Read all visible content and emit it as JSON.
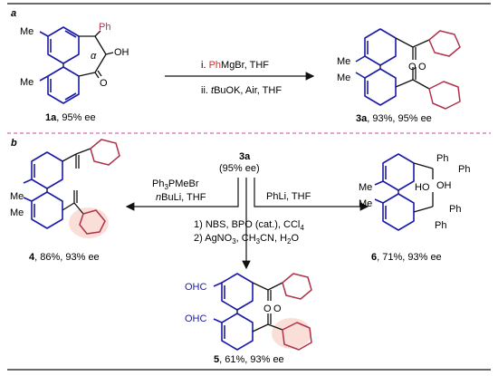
{
  "sections": {
    "a": "a",
    "b": "b"
  },
  "panel_a": {
    "start": {
      "ph": "Ph",
      "oh": "OH",
      "alpha": "α",
      "me1": "Me",
      "me2": "Me",
      "o": "O",
      "id": "1a",
      "tail": ", 95% ee"
    },
    "step1": {
      "num": "i. ",
      "red": "Ph",
      "rest": "MgBr, THF"
    },
    "step2": {
      "num": "ii. ",
      "ital": "t",
      "rest": "BuOK, Air, THF"
    },
    "product": {
      "me1": "Me",
      "me2": "Me",
      "o1": "O",
      "o2": "O",
      "id": "3a",
      "tail": ", 93%, 95% ee"
    }
  },
  "panel_b": {
    "center": {
      "id": "3a",
      "ee": "(95% ee)"
    },
    "left_cond1": {
      "a": "Ph",
      "sub": "3",
      "b": "PMeBr"
    },
    "left_cond2": {
      "ital": "n",
      "rest": "BuLi, THF"
    },
    "right_cond": "PhLi, THF",
    "down_cond1": {
      "a": "1) NBS, BPO (cat.), CCl",
      "sub": "4"
    },
    "down_cond2": {
      "a": "2) AgNO",
      "s1": "3",
      "b": ", CH",
      "s2": "3",
      "c": "CN, H",
      "s3": "2",
      "d": "O"
    },
    "p4": {
      "me1": "Me",
      "me2": "Me",
      "id": "4",
      "tail": ", 86%, 93% ee"
    },
    "p5": {
      "cho1": "OHC",
      "cho2": "OHC",
      "o1": "O",
      "o2": "O",
      "id": "5",
      "tail": ", 61%, 93% ee"
    },
    "p6": {
      "me1": "Me",
      "me2": "Me",
      "ph1": "Ph",
      "ph2": "Ph",
      "ph3": "Ph",
      "ph4": "Ph",
      "oh1": "OH",
      "oh2": "HO",
      "id": "6",
      "tail": ", 71%, 93% ee"
    }
  },
  "colors": {
    "aryl": "#1a1aa8",
    "phenyl_red": "#b0324a",
    "divider": "#d040b0",
    "highlight": "#f6c4ba"
  }
}
